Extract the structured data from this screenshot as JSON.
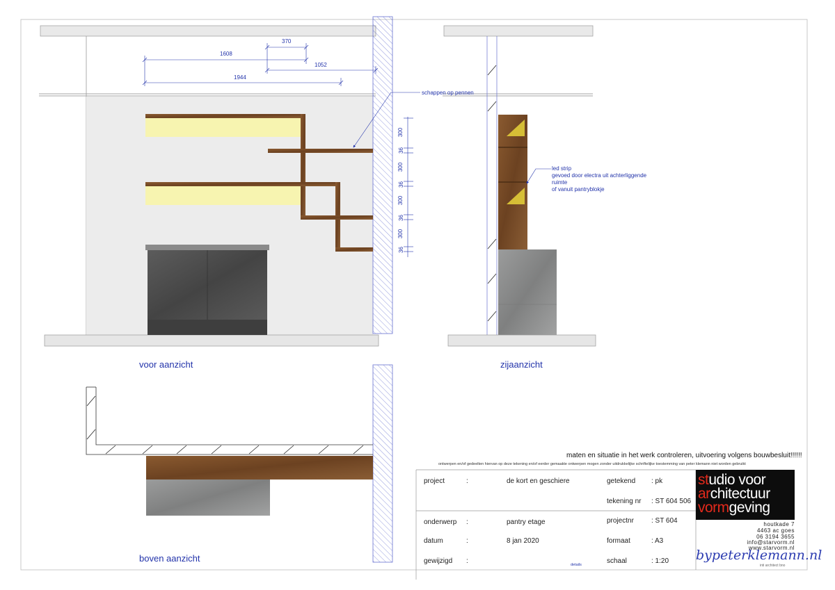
{
  "views": {
    "front": "voor aanzicht",
    "side": "zijaanzicht",
    "top": "boven aanzicht"
  },
  "dimensions": {
    "horizontal": [
      "370",
      "1608",
      "1052",
      "1944"
    ],
    "vertical": [
      "300",
      "36",
      "300",
      "36",
      "300",
      "36",
      "300",
      "36"
    ]
  },
  "annotations": {
    "shelves": "schappen op pennen",
    "led_line1": "led strip",
    "led_line2": "gevoed door electra uit achterliggende",
    "led_line3": "ruimte",
    "led_line4": "of vanuit pantryblokje"
  },
  "title_block": {
    "warning": "maten en situatie in het werk controleren, uitvoering volgens bouwbesluit!!!!!!",
    "copyright": "ontwerpen en/of gedeelten hiervan op deze tekening en/of eerder gemaakte ontwerpen mogen zonder uitdrukkelijke schriftelijke toestemming van peter klemann niet worden gebruikt",
    "project_label": "project",
    "project_value": "de kort en geschiere",
    "subject_label": "onderwerp",
    "subject_value": "pantry etage",
    "date_label": "datum",
    "date_value": "8 jan 2020",
    "revised_label": "gewijzigd",
    "revised_value": "details",
    "colon": ":",
    "drawn_label": "getekend",
    "drawn_value": ": pk",
    "drawing_nr_label": "tekening nr",
    "drawing_nr_value": ": ST 604 506",
    "project_nr_label": "projectnr",
    "project_nr_value": ": ST 604",
    "format_label": "formaat",
    "format_value": ": A3",
    "scale_label": "schaal",
    "scale_value": ": 1:20"
  },
  "logo": {
    "line1_red": "st",
    "line1_white": "udio voor",
    "line2_red": "ar",
    "line2_white": "chitectuur",
    "line3_red": "vorm",
    "line3_white": "geving",
    "address1": "houtkade 7",
    "address2": "4463 ac goes",
    "phone": "06 3194 3655",
    "email": "info@starvorm.nl",
    "web": "www.starvorm.nl",
    "brand": "bypeterklemann.nl",
    "brand_sub": "inti architect bno"
  },
  "colors": {
    "ink": "#2233aa",
    "concrete": "#e8e8e8",
    "wood": "#7a4e2a",
    "led": "#f7f4b0",
    "cabinet": "#555555",
    "stone": "#8f9090"
  }
}
